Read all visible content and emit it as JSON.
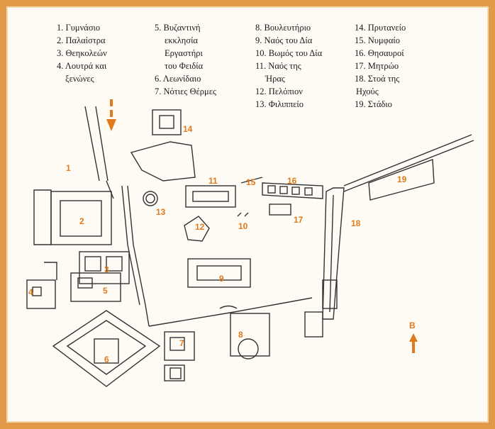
{
  "legend": [
    [
      "1. Γυμνάσιο",
      "2. Παλαίστρα",
      "3. Θεηκολεών",
      "4. Λουτρά και",
      "ξενώνες"
    ],
    [
      "5. Βυζαντινή",
      "εκκλησία",
      "Εργαστήρι",
      "του Φειδία",
      "6. Λεωνίδαιο",
      "7. Νότιες Θέρμες"
    ],
    [
      "8. Βουλευτήριο",
      "9. Ναός του Δία",
      "10. Βωμός του Δία",
      "11. Ναός της",
      "Ήρας",
      "12. Πελόπιον",
      "13. Φιλιππείο"
    ],
    [
      "14. Πρυτανείο",
      "15. Νυμφαίο",
      "16. Θησαυροί",
      "17. Μητρώο",
      "18. Στοά της",
      "Ηχούς",
      "19. Στάδιο"
    ]
  ],
  "markers": [
    "1",
    "2",
    "3",
    "4",
    "5",
    "6",
    "7",
    "8",
    "9",
    "10",
    "11",
    "12",
    "13",
    "14",
    "15",
    "16",
    "17",
    "18",
    "19"
  ],
  "north_label": "Β",
  "colors": {
    "accent": "#e07a1c",
    "ink": "#333333",
    "frame": "#e39a48",
    "paper": "#fdfbf4"
  }
}
